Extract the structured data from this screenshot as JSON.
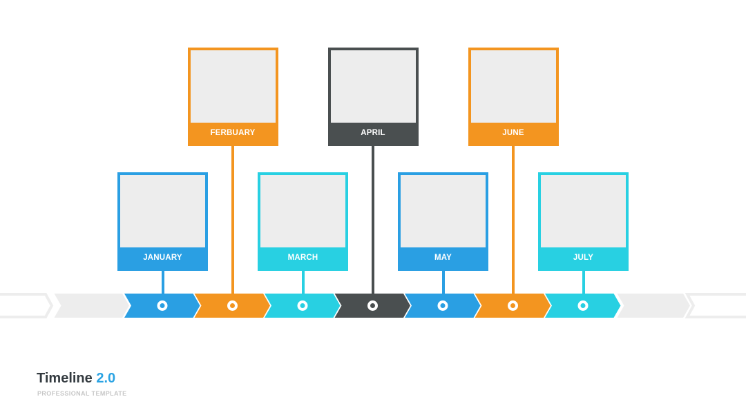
{
  "colors": {
    "blue": "#2a9fe3",
    "orange": "#f39520",
    "cyan": "#28d0e2",
    "dark": "#4a4f50",
    "placeholder": "#ededed",
    "inactive": "#ededed",
    "node_hole": "#ffffff"
  },
  "months": [
    {
      "label": "JANUARY",
      "color": "#2a9fe3",
      "row": "lower"
    },
    {
      "label": "FERBUARY",
      "color": "#f39520",
      "row": "upper"
    },
    {
      "label": "MARCH",
      "color": "#28d0e2",
      "row": "lower"
    },
    {
      "label": "APRIL",
      "color": "#4a4f50",
      "row": "upper"
    },
    {
      "label": "MAY",
      "color": "#2a9fe3",
      "row": "lower"
    },
    {
      "label": "JUNE",
      "color": "#f39520",
      "row": "upper"
    },
    {
      "label": "JULY",
      "color": "#28d0e2",
      "row": "lower"
    }
  ],
  "footer": {
    "title": "Timeline",
    "version": "2.0",
    "subtitle": "PROFESSIONAL TEMPLATE"
  }
}
